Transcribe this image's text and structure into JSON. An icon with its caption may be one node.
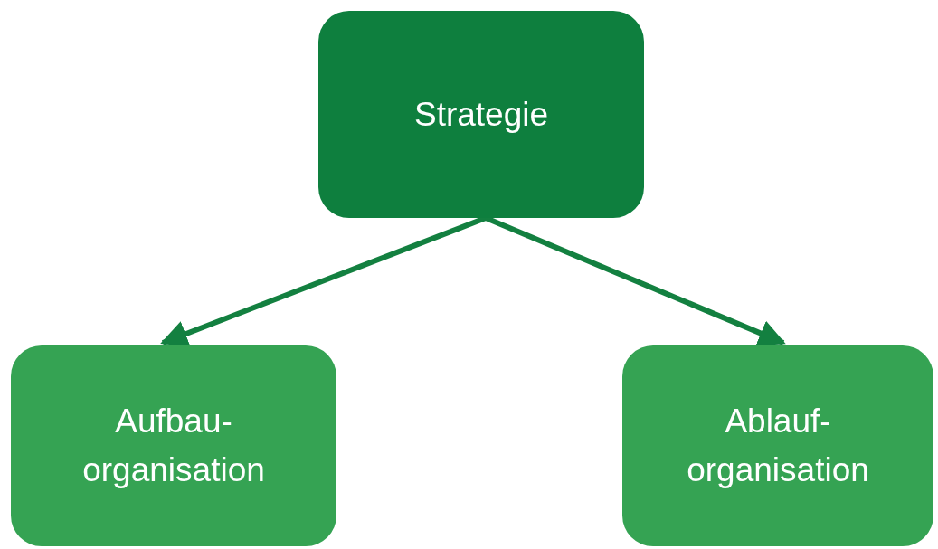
{
  "diagram": {
    "nodes": [
      {
        "text": [
          "Strategie"
        ]
      },
      {
        "text": [
          "Aufbau-organisation"
        ]
      },
      {
        "text": [
          "Ablauf-organisation"
        ]
      }
    ],
    "edges": [
      {
        "from": 0,
        "to": 1,
        "arrow": "to"
      },
      {
        "from": 0,
        "to": 2,
        "arrow": "to"
      }
    ]
  }
}
